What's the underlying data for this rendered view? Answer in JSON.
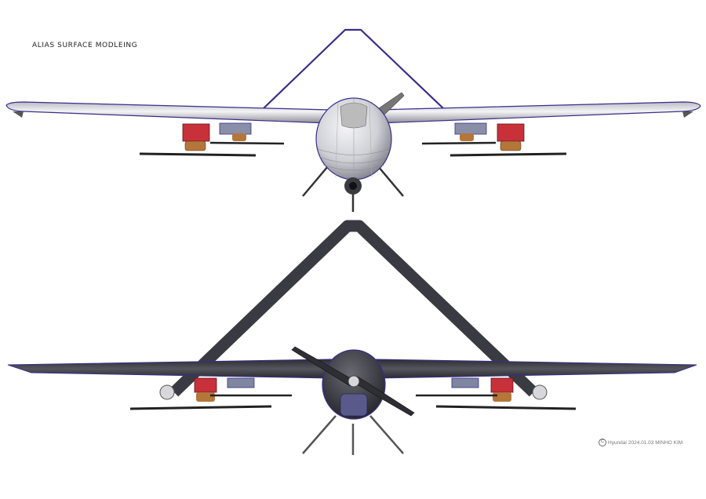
{
  "title": "ALIAS SURFACE MODLEING",
  "credit": {
    "symbol": "C",
    "brand": "Hyundai",
    "date_author": "2024.01.03 MINHO KIM"
  },
  "colors": {
    "background": "#ffffff",
    "metal_light": "#e9e9ec",
    "metal_mid": "#9e9ea6",
    "dark_body": "#3a3a42",
    "edge_purple": "#3b2e8a",
    "motor_red": "#c8303a",
    "motor_bronze": "#b5763a"
  },
  "icons": {
    "view_top": "drone-front-view-wireframe-icon",
    "view_bottom": "drone-front-view-shaded-icon"
  }
}
